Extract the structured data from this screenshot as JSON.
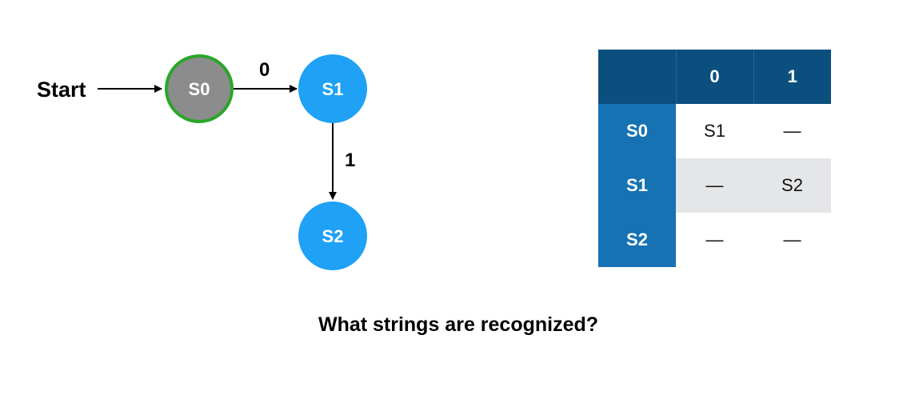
{
  "diagram": {
    "start_label": "Start",
    "states": [
      {
        "id": "S0",
        "label": "S0",
        "fill": "#8c8c8c",
        "ring": "#2aa52a",
        "start": true
      },
      {
        "id": "S1",
        "label": "S1",
        "fill": "#1fa1f5"
      },
      {
        "id": "S2",
        "label": "S2",
        "fill": "#1fa1f5"
      }
    ],
    "transitions": [
      {
        "from": "S0",
        "to": "S1",
        "symbol": "0"
      },
      {
        "from": "S1",
        "to": "S2",
        "symbol": "1"
      }
    ]
  },
  "table": {
    "columns": [
      "0",
      "1"
    ],
    "rows": [
      {
        "state": "S0",
        "cells": [
          "S1",
          "—"
        ]
      },
      {
        "state": "S1",
        "cells": [
          "—",
          "S2"
        ]
      },
      {
        "state": "S2",
        "cells": [
          "—",
          "—"
        ]
      }
    ],
    "colors": {
      "header": "#0b4f7f",
      "row_header": "#1672b3",
      "shaded_row": "#e5e6e8"
    }
  },
  "question": "What strings are recognized?"
}
